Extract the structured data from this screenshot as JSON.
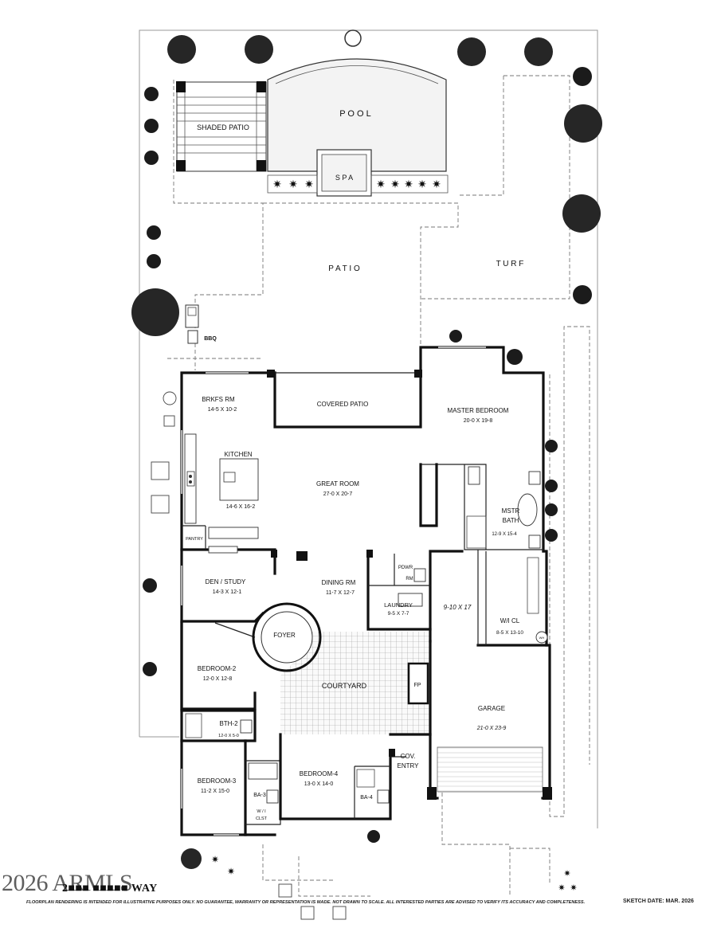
{
  "rooms": {
    "pool": "P O O L",
    "shaded_patio": "SHADED PATIO",
    "spa": "S P A",
    "patio": "P A T I O",
    "turf": "T U R F",
    "bbq": "BBQ",
    "covered_patio": "COVERED PATIO",
    "brkfs_rm": {
      "name": "BRKFS RM",
      "dims": "14-5 X 10-2"
    },
    "kitchen": {
      "name": "KITCHEN",
      "dims": "14-6 X 16-2"
    },
    "great_room": {
      "name": "GREAT ROOM",
      "dims": "27-0 X 20-7"
    },
    "master_bedroom": {
      "name": "MASTER BEDROOM",
      "dims": "20-0 X 19-8"
    },
    "mstr_bath": {
      "name1": "MSTR",
      "name2": "BATH",
      "dims": "12-9 X 15-4"
    },
    "pantry": "PANTRY",
    "den_study": {
      "name": "DEN / STUDY",
      "dims": "14-3 X 12-1"
    },
    "dining_rm": {
      "name": "DINING RM",
      "dims": "11-7 X 12-7"
    },
    "pdwr": "PDWR",
    "rm": "RM",
    "laundry": {
      "name": "LAUNDRY",
      "dims": "9-5 X 7-7"
    },
    "wi_cl": {
      "name": "W/I CL",
      "dims": "8-5 X 13-10"
    },
    "storage_dims": "9-10 X 17",
    "foyer": "FOYER",
    "bedroom_2": {
      "name": "BEDROOM-2",
      "dims": "12-0 X 12-8"
    },
    "courtyard": "COURTYARD",
    "fp": "FP",
    "garage": {
      "name": "GARAGE",
      "dims": "21-0 X 23-9"
    },
    "bth_2": {
      "name": "BTH-2",
      "dims": "12-0 X 5-0"
    },
    "cov_entry": {
      "name1": "COV.",
      "name2": "ENTRY"
    },
    "bedroom_3": {
      "name": "BEDROOM-3",
      "dims": "11-2 X 15-0"
    },
    "ba_3": "BA-3",
    "wi_clst": {
      "name1": "W / I",
      "name2": "CLST"
    },
    "bedroom_4": {
      "name": "BEDROOM-4",
      "dims": "13-0 X 14-0"
    },
    "ba_4": "BA-4",
    "wh": "WH"
  },
  "footer": {
    "copyright": "2026 ARMLS",
    "address": "2■■■ ■■■■■ WAY",
    "disclaimer": "FLOORPLAN RENDERING IS INTENDED FOR ILLUSTRATIVE PURPOSES ONLY.  NO GUARANTEE, WARRANTY OR REPRESENTATION IS MADE.  NOT DRAWN TO SCALE.  ALL INTERESTED PARTIES ARE ADVISED TO VERIFY ITS ACCURACY AND COMPLETENESS.",
    "sketch_date": "SKETCH DATE:  MAR. 2026"
  },
  "colors": {
    "wall": "#111111",
    "pool": "#f3f3f3",
    "lot_line": "#999999"
  }
}
